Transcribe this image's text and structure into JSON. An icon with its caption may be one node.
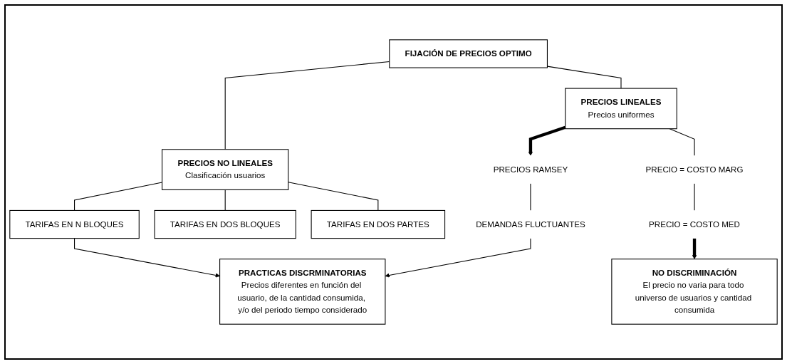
{
  "diagram": {
    "nodes": [
      {
        "text": [
          "FIJACIÓN DE PRECIOS OPTIMO"
        ]
      },
      {
        "text": [
          "PRECIOS NO LINEALES",
          "Clasificación usuarios"
        ]
      },
      {
        "text": [
          "PRECIOS LINEALES",
          "Precios uniformes"
        ]
      },
      {
        "text": [
          "TARIFAS EN N BLOQUES"
        ]
      },
      {
        "text": [
          "TARIFAS EN DOS BLOQUES"
        ]
      },
      {
        "text": [
          "TARIFAS EN DOS PARTES"
        ]
      },
      {
        "text": [
          "PRECIOS RAMSEY"
        ]
      },
      {
        "text": [
          "PRECIO = COSTO MARG"
        ]
      },
      {
        "text": [
          "DEMANDAS FLUCTUANTES"
        ]
      },
      {
        "text": [
          "PRECIO = COSTO MED"
        ]
      },
      {
        "text": [
          "PRACTICAS DISCRMINATORIAS",
          "Precios diferentes en función del usuario, de la cantidad consumida, y/o del periodo tiempo considerado"
        ]
      },
      {
        "text": [
          "NO DISCRIMINACIÓN",
          "El precio no varia para todo universo de usuarios y cantidad consumida"
        ]
      }
    ],
    "edges": [
      {
        "from": 0,
        "to": 1,
        "arrow": "none"
      },
      {
        "from": 0,
        "to": 2,
        "arrow": "none"
      },
      {
        "from": 1,
        "to": 3,
        "arrow": "none"
      },
      {
        "from": 1,
        "to": 4,
        "arrow": "none"
      },
      {
        "from": 1,
        "to": 5,
        "arrow": "none"
      },
      {
        "from": 2,
        "to": 6,
        "arrow": "to",
        "style": "thick"
      },
      {
        "from": 2,
        "to": 7,
        "arrow": "none"
      },
      {
        "from": 6,
        "to": 8,
        "arrow": "none"
      },
      {
        "from": 7,
        "to": 9,
        "arrow": "none"
      },
      {
        "from": 3,
        "to": 10,
        "arrow": "to"
      },
      {
        "from": 8,
        "to": 10,
        "arrow": "to"
      },
      {
        "from": 9,
        "to": 11,
        "arrow": "to",
        "style": "thick"
      }
    ]
  }
}
